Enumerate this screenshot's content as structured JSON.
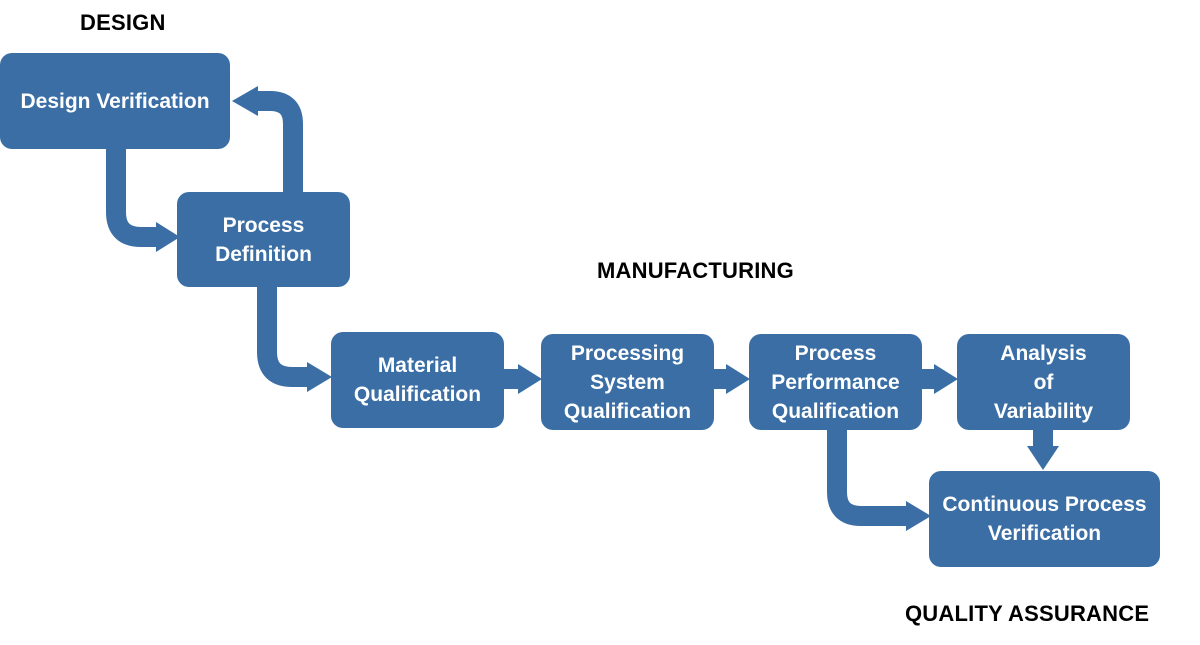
{
  "sections": {
    "design": "DESIGN",
    "manufacturing": "MANUFACTURING",
    "quality_assurance": "QUALITY ASSURANCE"
  },
  "nodes": {
    "design_verification": {
      "lines": [
        "Design Verification"
      ]
    },
    "process_definition": {
      "lines": [
        "Process",
        "Definition"
      ]
    },
    "material_qualification": {
      "lines": [
        "Material",
        "Qualification"
      ]
    },
    "processing_system_qualification": {
      "lines": [
        "Processing",
        "System",
        "Qualification"
      ]
    },
    "process_performance_qualification": {
      "lines": [
        "Process",
        "Performance",
        "Qualification"
      ]
    },
    "analysis_of_variability": {
      "lines": [
        "Analysis",
        "of",
        "Variability"
      ]
    },
    "continuous_process_verification": {
      "lines": [
        "Continuous Process",
        "Verification"
      ]
    }
  },
  "edges": [
    {
      "from": "design_verification",
      "to": "process_definition"
    },
    {
      "from": "process_definition",
      "to": "design_verification"
    },
    {
      "from": "process_definition",
      "to": "material_qualification"
    },
    {
      "from": "material_qualification",
      "to": "processing_system_qualification"
    },
    {
      "from": "processing_system_qualification",
      "to": "process_performance_qualification"
    },
    {
      "from": "process_performance_qualification",
      "to": "analysis_of_variability"
    },
    {
      "from": "analysis_of_variability",
      "to": "continuous_process_verification"
    },
    {
      "from": "process_performance_qualification",
      "to": "continuous_process_verification"
    }
  ],
  "colors": {
    "node_fill": "#3a6ea5",
    "connector": "#3a6ea5",
    "node_text": "#ffffff",
    "label_text": "#000000"
  }
}
